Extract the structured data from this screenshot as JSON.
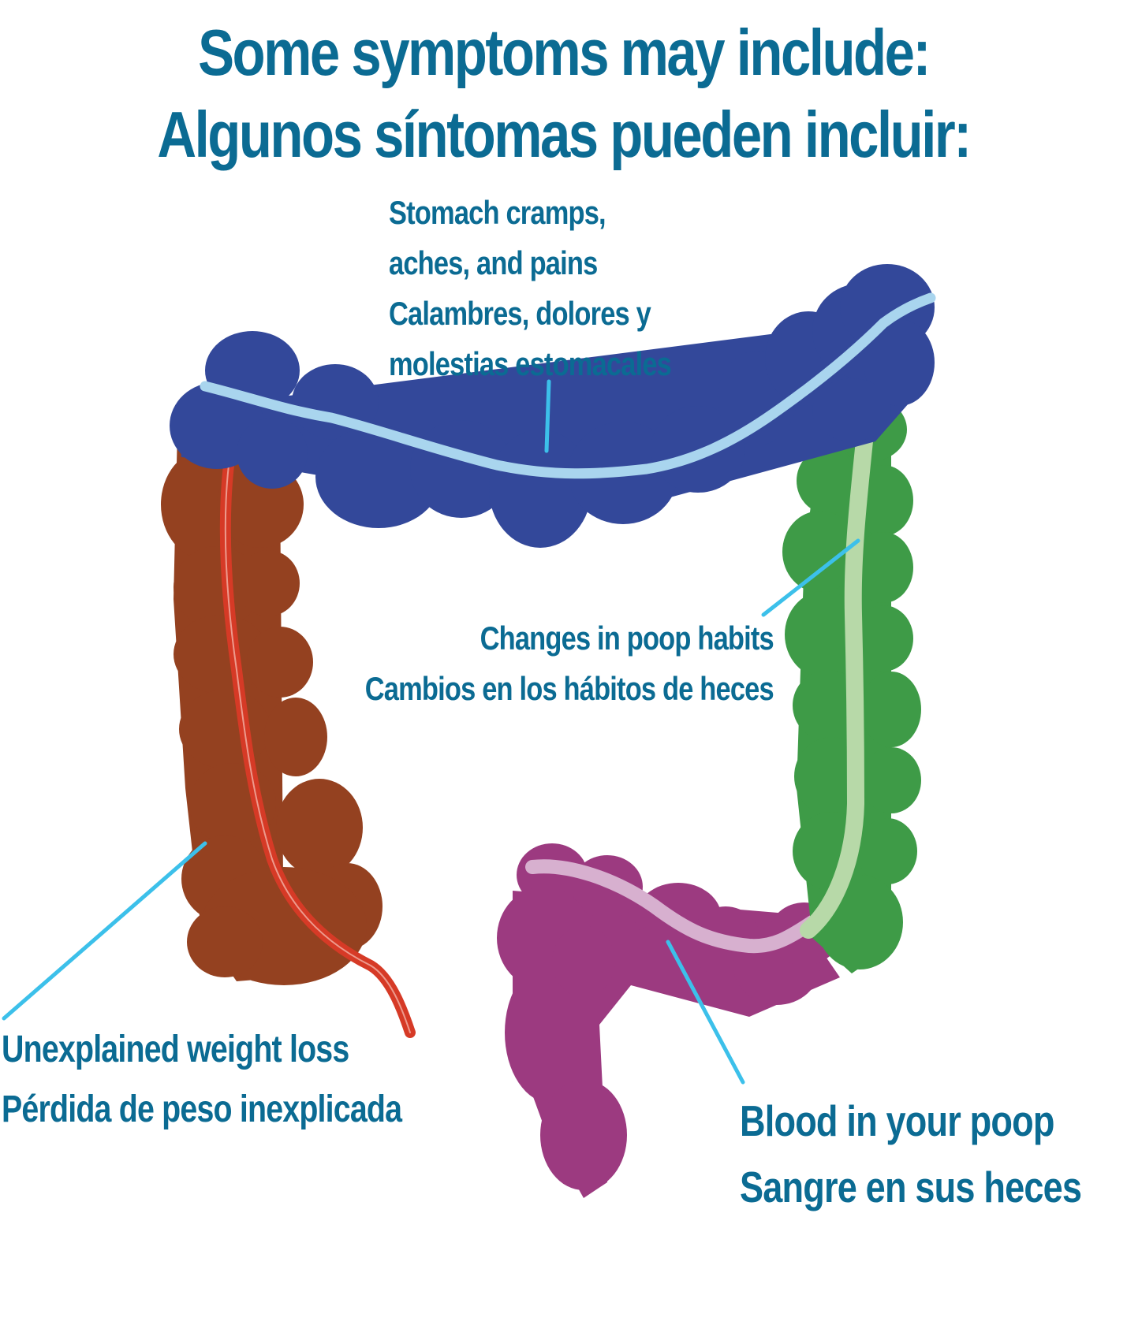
{
  "title": {
    "line1": "Some symptoms may include:",
    "line2": "Algunos síntomas pueden incluir:"
  },
  "colors": {
    "text": "#0b6b93",
    "pointer": "#3cc0ea",
    "transverse_colon": "#33489a",
    "ascending_colon": "#944120",
    "descending_colon": "#3e9b47",
    "sigmoid_colon": "#9c3a80",
    "lumen_red": "#d63a26",
    "lumen_light": "#a9d5ee",
    "lumen_green": "#b7d9a8",
    "lumen_purple": "#d7b0cf"
  },
  "labels": {
    "stomach": {
      "line1": "Stomach cramps,",
      "line2": "aches, and pains",
      "line3": "Calambres, dolores y",
      "line4": "molestias estomacales"
    },
    "poop_habits": {
      "line1": "Changes in poop habits",
      "line2": "Cambios en los hábitos de heces"
    },
    "weight_loss": {
      "line1": "Unexplained weight loss",
      "line2": "Pérdida de peso inexplicada"
    },
    "blood": {
      "line1": "Blood in your poop",
      "line2": "Sangre en sus heces"
    }
  },
  "icons": {
    "diagram": "large-intestine-illustration"
  }
}
